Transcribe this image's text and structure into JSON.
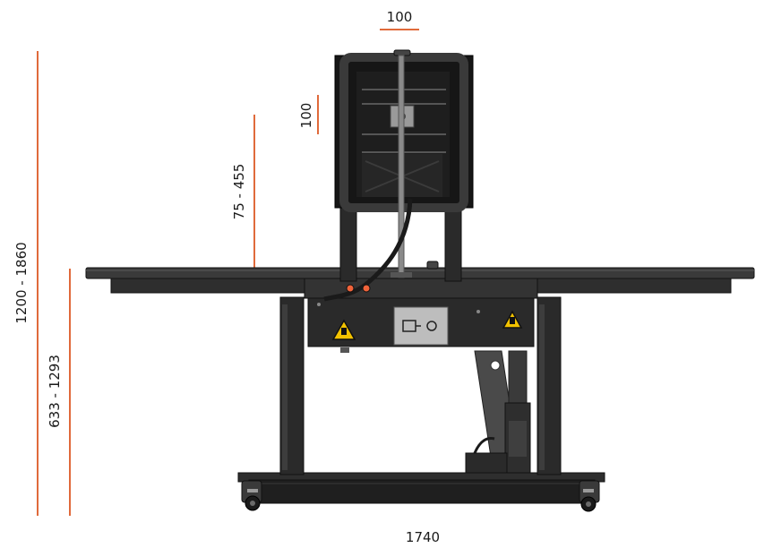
{
  "dimensions": {
    "top_width": "100",
    "top_height": "100",
    "monitor_range": "75 - 455",
    "total_height": "1200 - 1860",
    "table_height": "633 - 1293",
    "total_width": "1740"
  },
  "colors": {
    "dimension_line": "#e06a3b",
    "frame_dark": "#1f1f1f",
    "frame_mid": "#2e2e2e",
    "frame_light": "#4a4a4a",
    "warning_yellow": "#f2c200",
    "accent_orange": "#f0633a",
    "plate_gray": "#bdbdbd"
  },
  "icons": {
    "warning_left": "warning-triangle-icon",
    "warning_right": "warning-triangle-icon",
    "control_panel": "control-panel-icon"
  }
}
